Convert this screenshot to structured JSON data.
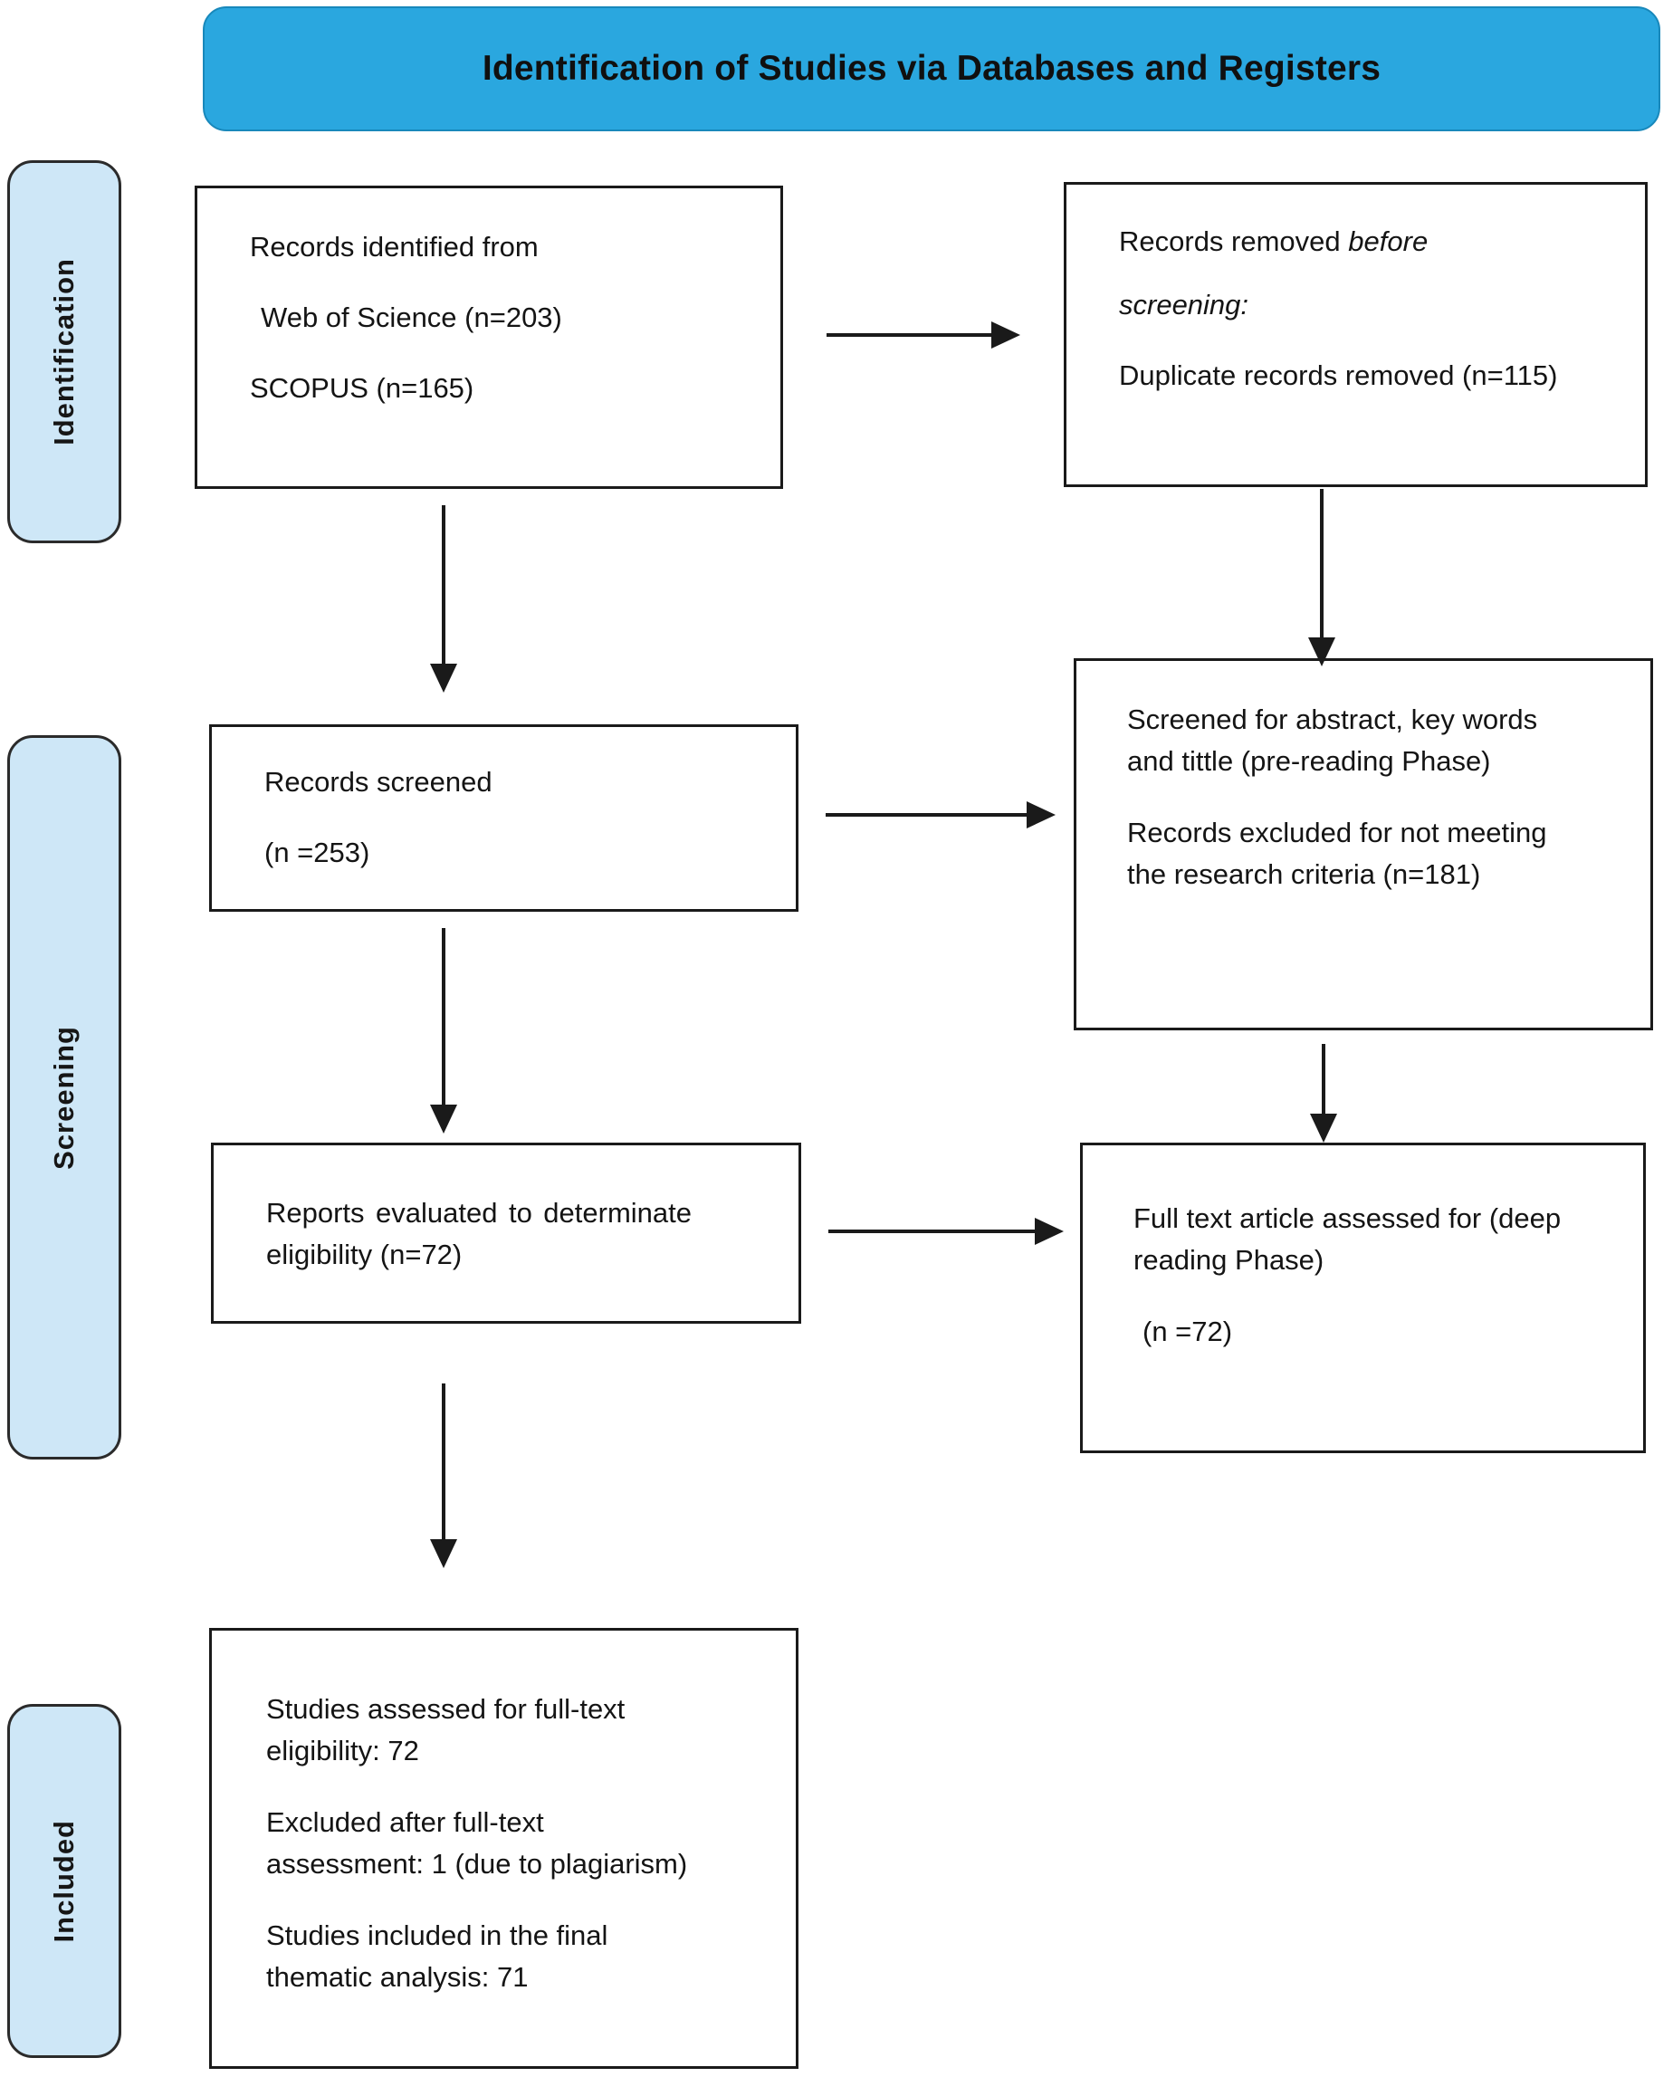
{
  "banner": {
    "title": "Identification of Studies via Databases and Registers"
  },
  "stages": {
    "identification": "Identification",
    "screening": "Screening",
    "included": "Included"
  },
  "boxes": {
    "identified": {
      "line1": "Records identified from",
      "line2": "Web of Science (n=203)",
      "line3": "SCOPUS (n=165)"
    },
    "removed": {
      "prefix": "Records removed ",
      "emphasis": "before screening:",
      "line2": "Duplicate records removed (n=115)"
    },
    "screened": {
      "line1": "Records screened",
      "line2": "(n =253)"
    },
    "abstract": {
      "para1": "Screened for abstract, key words and tittle (pre-reading Phase)",
      "para2": "Records excluded for not meeting the research criteria (n=181)"
    },
    "reports": {
      "para1": "Reports evaluated to determinate eligibility (n=72)"
    },
    "fulltext": {
      "para1": "Full text article assessed for (deep reading Phase)",
      "para2": "(n =72)"
    },
    "included": {
      "para1": "Studies assessed for full-text eligibility: 72",
      "para2": "Excluded after full-text assessment: 1 (due to plagiarism)",
      "para3": "Studies included in the final thematic analysis: 71"
    }
  },
  "colors": {
    "banner_bg": "#2AA7DF",
    "banner_edge": "#1888BB",
    "stage_bg": "#CEE7F7",
    "stage_border": "#2B2B2B",
    "box_border": "#1A1A1A",
    "arrow": "#1A1A1A"
  }
}
